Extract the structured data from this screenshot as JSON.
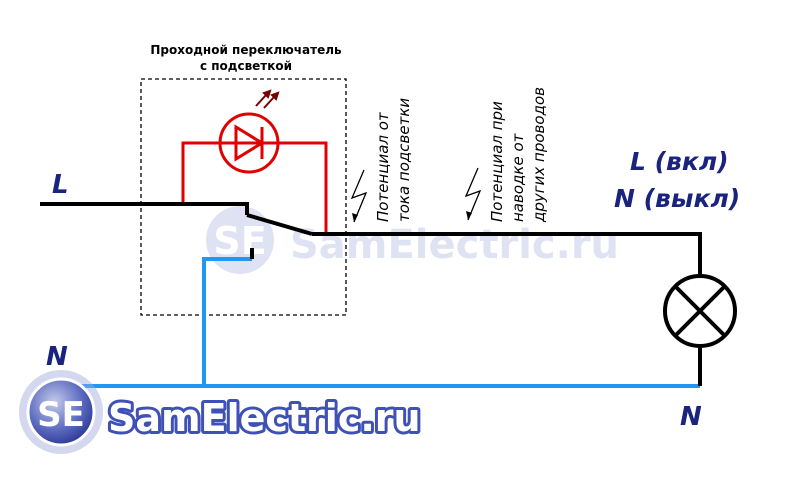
{
  "switch_caption": {
    "line1": "Проходной переключатель",
    "line2": "с подсветкой"
  },
  "labels": {
    "L_left": "L",
    "N_left": "N",
    "L_right": "L (вкл)",
    "N_right": "N (выкл)",
    "N_bottom": "N"
  },
  "annotations": {
    "backlight": [
      "Потенциал от",
      "тока подсветки"
    ],
    "induced": [
      "Потенциал при",
      "наводке от",
      "других проводов"
    ]
  },
  "watermark": {
    "badge": "SE",
    "text": "SamElectric.ru"
  },
  "colors": {
    "phase_wire": "#000000",
    "neutral_wire": "#2196f3",
    "backlight_circuit": "#e00000",
    "label": "#1a237e",
    "watermark": "#3f51b5"
  }
}
